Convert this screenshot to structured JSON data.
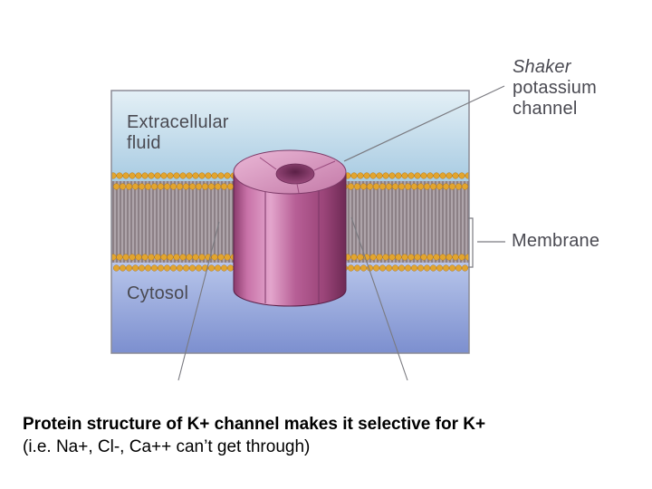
{
  "diagram": {
    "extracellular_label": "Extracellular\nfluid",
    "cytosol_label": "Cytosol",
    "channel_label_first": "Shaker",
    "channel_label_rest": "potassium\nchannel",
    "membrane_label": "Membrane"
  },
  "caption": {
    "line1": "Protein structure of K+ channel makes it selective for K+",
    "line2": "(i.e. Na+, Cl-, Ca++ can’t get through)"
  },
  "colors": {
    "extracellular_top": "#e4f0f6",
    "extracellular_bottom": "#a8cbe2",
    "cytosol_top": "#b7c5ea",
    "cytosol_bottom": "#7c8fcf",
    "lipid_head": "#e2a52f",
    "lipid_tail": "#8c7f86",
    "channel": "#b45e94",
    "channel_highlight": "#e6a7d0",
    "channel_shadow": "#6e2a55"
  }
}
